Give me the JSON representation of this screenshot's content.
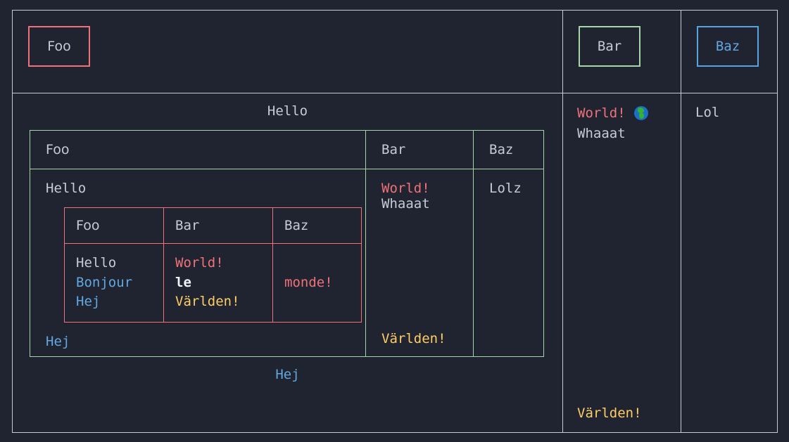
{
  "theme": {
    "background": "#1f2430",
    "text": "#c5ccd6",
    "outer_border": "#c5ccd6",
    "red": "#f07178",
    "green": "#a5d6a7",
    "blue": "#63a7e0",
    "blue_border": "#55a3e0",
    "yellow": "#ffcc66",
    "white_bold": "#f2f4f8"
  },
  "outer_table": {
    "header_row": {
      "cell_main": {
        "chip_label": "Foo",
        "chip_color": "#f07178"
      },
      "cell_mid": {
        "chip_label": "Bar",
        "chip_color": "#a5d6a7"
      },
      "cell_right": {
        "chip_label": "Baz",
        "chip_color": "#55a3e0"
      }
    },
    "body_row": {
      "cell_mid": {
        "line1": "World!",
        "icon": "earth-globe-icon",
        "line2": "Whaaat",
        "bottom": "Världen!"
      },
      "cell_right": {
        "text": "Lol"
      }
    }
  },
  "middle_table": {
    "caption_top": "Hello",
    "caption_bottom": "Hej",
    "headers": [
      "Foo",
      "Bar",
      "Baz"
    ],
    "row": {
      "col1_title": "Hello",
      "col1_footer": "Hej",
      "col2_line1": "World!",
      "col2_line2": "Whaaat",
      "col2_bottom": "Världen!",
      "col3": "Lolz"
    }
  },
  "inner_table": {
    "headers": [
      "Foo",
      "Bar",
      "Baz"
    ],
    "row": {
      "col1": [
        "Hello",
        "Bonjour",
        "Hej"
      ],
      "col2": [
        "World!",
        "le",
        "Världen!"
      ],
      "col3": "monde!"
    }
  }
}
